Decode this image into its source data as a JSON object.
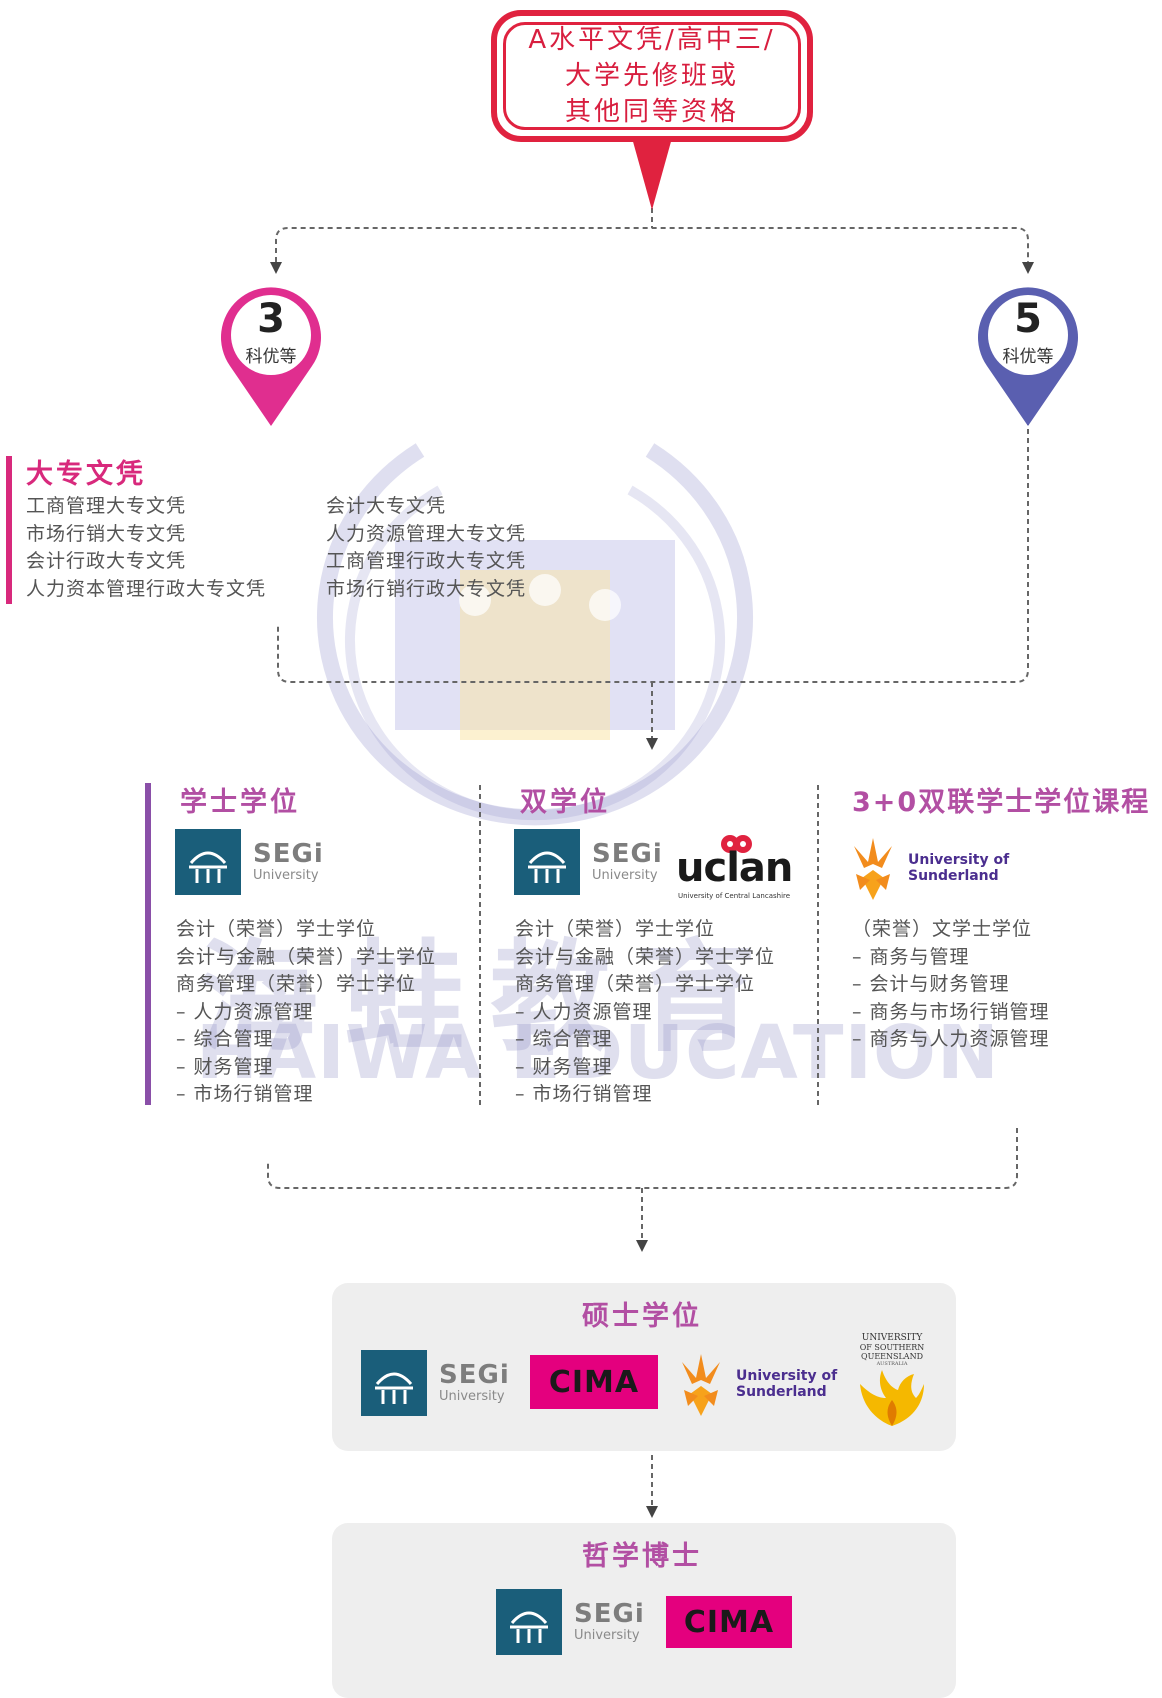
{
  "top_box": {
    "text": "A水平文凭/高中三/\n大学先修班或\n其他同等资格"
  },
  "pins": [
    {
      "number": "3",
      "label": "科优等",
      "color": "#e02e8f"
    },
    {
      "number": "5",
      "label": "科优等",
      "color": "#5a5fb0"
    }
  ],
  "diploma": {
    "title": "大专文凭",
    "col1": [
      "工商管理大专文凭",
      "市场行销大专文凭",
      "会计行政大专文凭",
      "人力资本管理行政大专文凭"
    ],
    "col2": [
      "会计大专文凭",
      "人力资源管理大专文凭",
      "工商管理行政大专文凭",
      "市场行销行政大专文凭"
    ]
  },
  "bachelor": {
    "title": "学士学位",
    "items": [
      "会计（荣誉）学士学位",
      "会计与金融（荣誉）学士学位",
      "商务管理（荣誉）学士学位",
      "– 人力资源管理",
      "– 综合管理",
      "– 财务管理",
      "– 市场行销管理"
    ]
  },
  "dual": {
    "title": "双学位",
    "items": [
      "会计（荣誉）学士学位",
      "会计与金融（荣誉）学士学位",
      "商务管理（荣誉）学士学位",
      "– 人力资源管理",
      "– 综合管理",
      "– 财务管理",
      "– 市场行销管理"
    ]
  },
  "twinning": {
    "title": "3+0双联学士学位课程",
    "items": [
      "（荣誉）文学士学位",
      "– 商务与管理",
      "– 会计与财务管理",
      "– 商务与市场行销管理",
      "– 商务与人力资源管理"
    ]
  },
  "logos": {
    "segi_name": "SEGi",
    "segi_sub": "University",
    "uclan_name": "uclan",
    "uclan_sub": "University of Central Lancashire",
    "sunderland_line1": "University of",
    "sunderland_line2": "Sunderland",
    "cima": "CIMA",
    "usq_line1": "UNIVERSITY",
    "usq_line2": "OF SOUTHERN",
    "usq_line3": "QUEENSLAND",
    "usq_line4": "AUSTRALIA"
  },
  "masters": {
    "title": "硕士学位"
  },
  "phd": {
    "title": "哲学博士"
  },
  "watermark": {
    "cn": "海蛙教育",
    "en": "HAIWA EDUCATION"
  },
  "colors": {
    "red": "#e0223f",
    "purple_title": "#b24fa3",
    "pink_title": "#d8297c",
    "segi_blue": "#1a5e7a",
    "cima_pink": "#e4007e",
    "sunderland_purple": "#4b2e8f",
    "grey_box": "#eeeeee"
  }
}
